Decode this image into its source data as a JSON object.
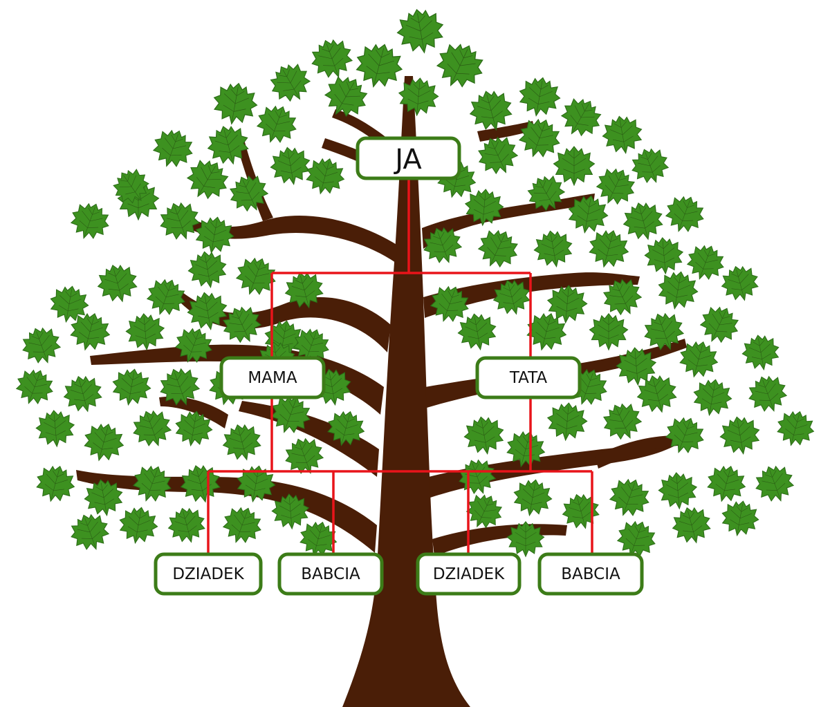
{
  "colors": {
    "trunk": "#4a1e07",
    "leaf": "#3d9120",
    "leaf_outline": "#2c6d17",
    "leaf_vein": "#2a5c14",
    "connector": "#e8141a",
    "node_border": "#3c7c18",
    "node_fill": "#ffffff"
  },
  "nodes": {
    "ja": "JA",
    "mama": "MAMA",
    "tata": "TATA",
    "grandfather_mother_side": "DZIADEK",
    "grandmother_mother_side": "BABCIA",
    "grandfather_father_side": "DZIADEK",
    "grandmother_father_side": "BABCIA"
  }
}
